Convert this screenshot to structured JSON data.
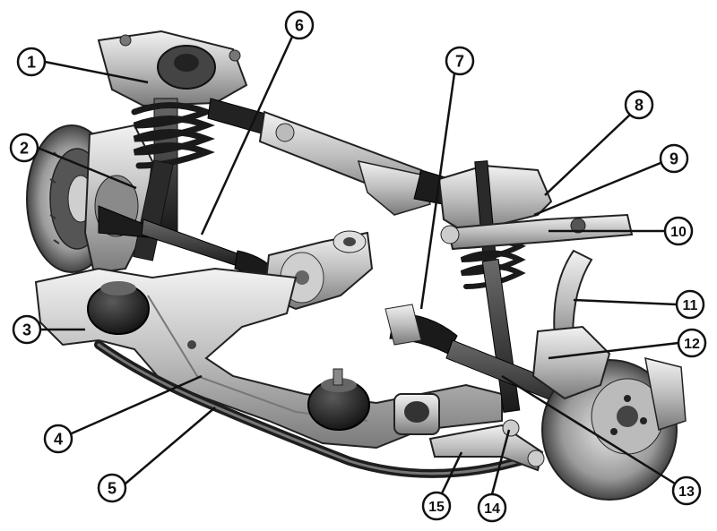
{
  "diagram": {
    "callouts": [
      {
        "id": "1",
        "label": "1"
      },
      {
        "id": "2",
        "label": "2"
      },
      {
        "id": "3",
        "label": "3"
      },
      {
        "id": "4",
        "label": "4"
      },
      {
        "id": "5",
        "label": "5"
      },
      {
        "id": "6",
        "label": "6"
      },
      {
        "id": "7",
        "label": "7"
      },
      {
        "id": "8",
        "label": "8"
      },
      {
        "id": "9",
        "label": "9"
      },
      {
        "id": "10",
        "label": "10"
      },
      {
        "id": "11",
        "label": "11"
      },
      {
        "id": "12",
        "label": "12"
      },
      {
        "id": "13",
        "label": "13"
      },
      {
        "id": "14",
        "label": "14"
      },
      {
        "id": "15",
        "label": "15"
      }
    ],
    "colors": {
      "ink": "#111111",
      "metal_light": "#d9d9d9",
      "metal_mid": "#a8a8a8",
      "metal_dark": "#3a3a3a",
      "rubber": "#1e1e1e"
    }
  }
}
